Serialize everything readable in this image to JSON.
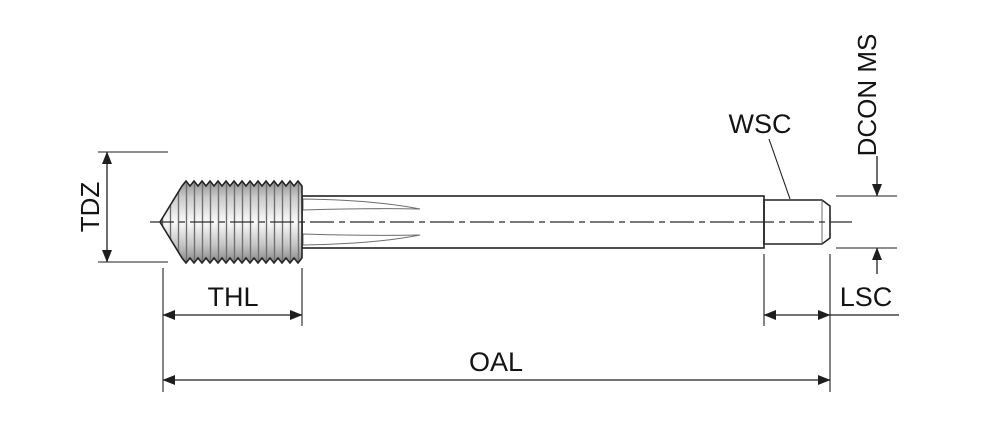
{
  "diagram": {
    "labels": {
      "tdz": "TDZ",
      "thl": "THL",
      "oal": "OAL",
      "wsc": "WSC",
      "dcon": "DCON MS",
      "lsc": "LSC"
    },
    "colors": {
      "line": "#1e1e1e",
      "background": "#ffffff",
      "metal_light": "#fafafa",
      "metal_dark": "#878787"
    }
  }
}
